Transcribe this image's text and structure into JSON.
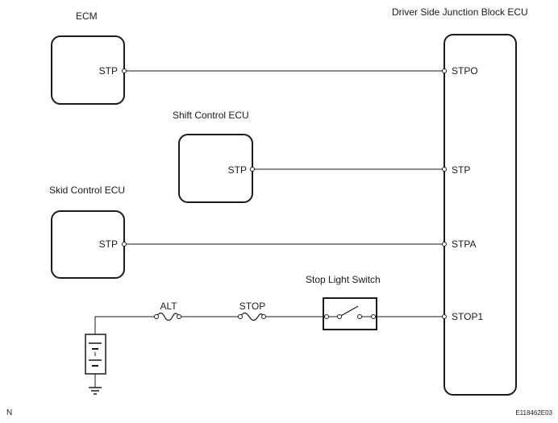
{
  "components": {
    "ecm": {
      "title": "ECM",
      "pin": "STP"
    },
    "shift_control_ecu": {
      "title": "Shift Control ECU",
      "pin": "STP"
    },
    "skid_control_ecu": {
      "title": "Skid Control ECU",
      "pin": "STP"
    },
    "junction_block": {
      "title": "Driver Side Junction Block ECU",
      "pins": [
        "STPO",
        "STP",
        "STPA",
        "STOP1"
      ]
    },
    "stop_light_switch": {
      "title": "Stop Light Switch"
    }
  },
  "fuses": {
    "alt": "ALT",
    "stop": "STOP"
  },
  "footer": {
    "left_mark": "N",
    "ref_code": "E118462E03"
  }
}
